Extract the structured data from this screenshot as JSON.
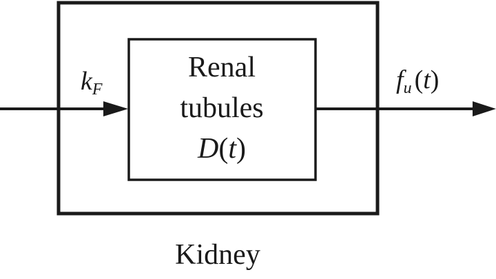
{
  "outer_box": {
    "label": "Kidney"
  },
  "inner_box": {
    "line1": "Renal",
    "line2": "tubules",
    "func_symbol": "D",
    "func_paren_open": "(",
    "func_arg": "t",
    "func_paren_close": ")"
  },
  "input_flow": {
    "symbol": "k",
    "subscript": "F"
  },
  "output_flow": {
    "symbol": "f",
    "subscript": "u",
    "paren_open": "(",
    "arg": "t",
    "paren_close": ")"
  },
  "colors": {
    "line": "#1a1a1a",
    "background": "#ffffff"
  }
}
